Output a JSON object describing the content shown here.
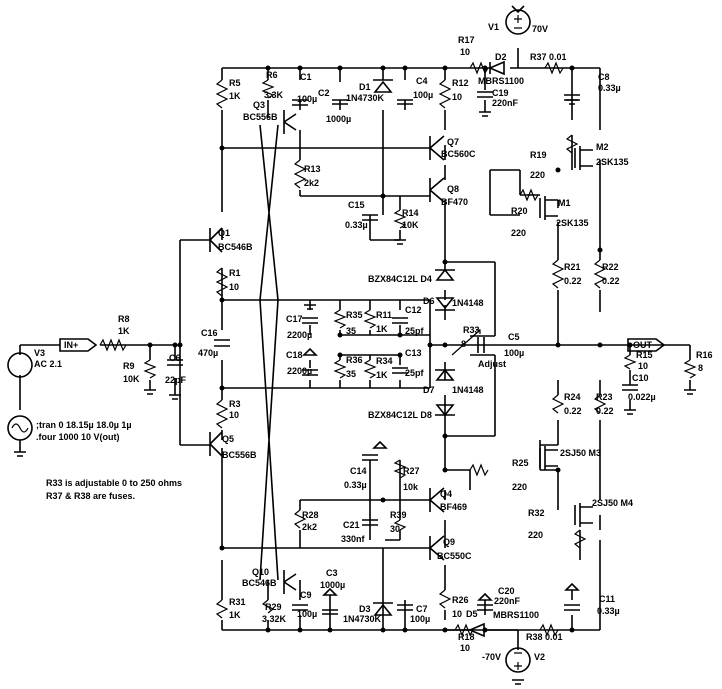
{
  "labels": [
    {
      "id": "v1_name",
      "text": "V1"
    },
    {
      "id": "v1_val",
      "text": "70V"
    },
    {
      "id": "v2_name",
      "text": "V2"
    },
    {
      "id": "v2_val",
      "text": "-70V"
    },
    {
      "id": "v3_name",
      "text": "V3"
    },
    {
      "id": "v3_val",
      "text": "AC 2.1"
    },
    {
      "id": "tran",
      "text": ";tran 0 18.15µ 18.0µ 1µ"
    },
    {
      "id": "four",
      "text": ".four 1000 10 V(out)"
    },
    {
      "id": "r17",
      "text": "R17"
    },
    {
      "id": "r17v",
      "text": "10"
    },
    {
      "id": "d2",
      "text": "D2"
    },
    {
      "id": "d2v",
      "text": "MBRS1100"
    },
    {
      "id": "r37",
      "text": "R37 0.01"
    },
    {
      "id": "c19",
      "text": "C19"
    },
    {
      "id": "c19v",
      "text": "220nF"
    },
    {
      "id": "c8",
      "text": "C8"
    },
    {
      "id": "c8v",
      "text": "0.33µ"
    },
    {
      "id": "r5",
      "text": "R5"
    },
    {
      "id": "r5v",
      "text": "1K"
    },
    {
      "id": "r6",
      "text": "R6"
    },
    {
      "id": "r6v",
      "text": "3.3K"
    },
    {
      "id": "c1",
      "text": "C1"
    },
    {
      "id": "c1v",
      "text": "100µ"
    },
    {
      "id": "c2",
      "text": "C2"
    },
    {
      "id": "c2v",
      "text": "1000µ"
    },
    {
      "id": "d1",
      "text": "D1"
    },
    {
      "id": "d1v",
      "text": "1N4730K"
    },
    {
      "id": "c4",
      "text": "C4"
    },
    {
      "id": "c4v",
      "text": "100µ"
    },
    {
      "id": "r12",
      "text": "R12"
    },
    {
      "id": "r12v",
      "text": "10"
    },
    {
      "id": "q3",
      "text": "Q3"
    },
    {
      "id": "q3v",
      "text": "BC556B"
    },
    {
      "id": "q7",
      "text": "Q7"
    },
    {
      "id": "q7v",
      "text": "BC560C"
    },
    {
      "id": "m2",
      "text": "M2"
    },
    {
      "id": "m2v",
      "text": "2SK135"
    },
    {
      "id": "r19",
      "text": "R19"
    },
    {
      "id": "r19v",
      "text": "220"
    },
    {
      "id": "r13",
      "text": "R13"
    },
    {
      "id": "r13v",
      "text": "2k2"
    },
    {
      "id": "q8",
      "text": "Q8"
    },
    {
      "id": "q8v",
      "text": "BF470"
    },
    {
      "id": "m1",
      "text": "M1"
    },
    {
      "id": "m1v",
      "text": "2SK135"
    },
    {
      "id": "r20",
      "text": "R20"
    },
    {
      "id": "r20v",
      "text": "220"
    },
    {
      "id": "c15",
      "text": "C15"
    },
    {
      "id": "c15v",
      "text": "0.33µ"
    },
    {
      "id": "r14",
      "text": "R14"
    },
    {
      "id": "r14v",
      "text": "10K"
    },
    {
      "id": "q1",
      "text": "Q1"
    },
    {
      "id": "q1v",
      "text": "BC546B"
    },
    {
      "id": "d4",
      "text": "BZX84C12L D4"
    },
    {
      "id": "r21",
      "text": "R21"
    },
    {
      "id": "r21v",
      "text": "0.22"
    },
    {
      "id": "r22",
      "text": "R22"
    },
    {
      "id": "r22v",
      "text": "0.22"
    },
    {
      "id": "r1",
      "text": "R1"
    },
    {
      "id": "r1v",
      "text": "10"
    },
    {
      "id": "d6",
      "text": "D6"
    },
    {
      "id": "d6v",
      "text": "1N4148"
    },
    {
      "id": "c17",
      "text": "C17"
    },
    {
      "id": "c17v",
      "text": "2200µ"
    },
    {
      "id": "r35",
      "text": "R35"
    },
    {
      "id": "r35v",
      "text": "35"
    },
    {
      "id": "r11",
      "text": "R11"
    },
    {
      "id": "r11v",
      "text": "1K"
    },
    {
      "id": "c12",
      "text": "C12"
    },
    {
      "id": "c12v",
      "text": "25pf"
    },
    {
      "id": "r33",
      "text": "R33"
    },
    {
      "id": "r33v",
      "text": "8"
    },
    {
      "id": "adj",
      "text": "Adjust"
    },
    {
      "id": "c5",
      "text": "C5"
    },
    {
      "id": "c5v",
      "text": "100µ"
    },
    {
      "id": "out",
      "text": "OUT"
    },
    {
      "id": "r15",
      "text": "R15"
    },
    {
      "id": "r15v",
      "text": "10"
    },
    {
      "id": "c10",
      "text": "C10"
    },
    {
      "id": "c10v",
      "text": "0.022µ"
    },
    {
      "id": "r16",
      "text": "R16"
    },
    {
      "id": "r16v",
      "text": "8"
    },
    {
      "id": "in",
      "text": "IN+"
    },
    {
      "id": "r8",
      "text": "R8"
    },
    {
      "id": "r8v",
      "text": "1K"
    },
    {
      "id": "r9",
      "text": "R9"
    },
    {
      "id": "r9v",
      "text": "10K"
    },
    {
      "id": "c6",
      "text": "C6"
    },
    {
      "id": "c6v",
      "text": "22pF"
    },
    {
      "id": "c16",
      "text": "C16"
    },
    {
      "id": "c16v",
      "text": "470µ"
    },
    {
      "id": "c18",
      "text": "C18"
    },
    {
      "id": "c18v",
      "text": "2200µ"
    },
    {
      "id": "r36",
      "text": "R36"
    },
    {
      "id": "r36v",
      "text": "35"
    },
    {
      "id": "r34",
      "text": "R34"
    },
    {
      "id": "r34v",
      "text": "1K"
    },
    {
      "id": "c13",
      "text": "C13"
    },
    {
      "id": "c13v",
      "text": "25pf"
    },
    {
      "id": "d7",
      "text": "D7"
    },
    {
      "id": "d7v",
      "text": "1N4148"
    },
    {
      "id": "d8",
      "text": "BZX84C12L D8"
    },
    {
      "id": "r3",
      "text": "R3"
    },
    {
      "id": "r3v",
      "text": "10"
    },
    {
      "id": "r24",
      "text": "R24"
    },
    {
      "id": "r24v",
      "text": "0.22"
    },
    {
      "id": "r23",
      "text": "R23"
    },
    {
      "id": "r23v",
      "text": "0.22"
    },
    {
      "id": "q5",
      "text": "Q5"
    },
    {
      "id": "q5v",
      "text": "BC556B"
    },
    {
      "id": "m3",
      "text": "2SJ50 M3"
    },
    {
      "id": "r25",
      "text": "R25"
    },
    {
      "id": "r25v",
      "text": "220"
    },
    {
      "id": "c14",
      "text": "C14"
    },
    {
      "id": "c14v",
      "text": "0.33µ"
    },
    {
      "id": "r27",
      "text": "R27"
    },
    {
      "id": "r27v",
      "text": "10k"
    },
    {
      "id": "q4",
      "text": "Q4"
    },
    {
      "id": "q4v",
      "text": "BF469"
    },
    {
      "id": "m4",
      "text": "2SJ50 M4"
    },
    {
      "id": "r32",
      "text": "R32"
    },
    {
      "id": "r32v",
      "text": "220"
    },
    {
      "id": "r28",
      "text": "R28"
    },
    {
      "id": "r28v",
      "text": "2k2"
    },
    {
      "id": "c21",
      "text": "C21"
    },
    {
      "id": "c21v",
      "text": "330nf"
    },
    {
      "id": "r39",
      "text": "R39"
    },
    {
      "id": "r39v",
      "text": "30"
    },
    {
      "id": "q9",
      "text": "Q9"
    },
    {
      "id": "q9v",
      "text": "BC550C"
    },
    {
      "id": "q10",
      "text": "Q10"
    },
    {
      "id": "q10v",
      "text": "BC546B"
    },
    {
      "id": "c3",
      "text": "C3"
    },
    {
      "id": "c3v",
      "text": "1000µ"
    },
    {
      "id": "r29",
      "text": "R29"
    },
    {
      "id": "r29v",
      "text": "3.32K"
    },
    {
      "id": "c9",
      "text": "C9"
    },
    {
      "id": "c9v",
      "text": "100µ"
    },
    {
      "id": "d3",
      "text": "D3"
    },
    {
      "id": "d3v",
      "text": "1N4730K"
    },
    {
      "id": "c7",
      "text": "C7"
    },
    {
      "id": "c7v",
      "text": "100µ"
    },
    {
      "id": "r26",
      "text": "R26"
    },
    {
      "id": "r26v",
      "text": "10"
    },
    {
      "id": "c20",
      "text": "C20"
    },
    {
      "id": "c20v",
      "text": "220nF"
    },
    {
      "id": "d5",
      "text": "D5"
    },
    {
      "id": "d5v",
      "text": "MBRS1100"
    },
    {
      "id": "r38",
      "text": "R38 0.01"
    },
    {
      "id": "c11",
      "text": "C11"
    },
    {
      "id": "c11v",
      "text": "0.33µ"
    },
    {
      "id": "r31",
      "text": "R31"
    },
    {
      "id": "r31v",
      "text": "1K"
    },
    {
      "id": "r18",
      "text": "R18"
    },
    {
      "id": "r18v",
      "text": "10"
    }
  ],
  "notes": {
    "line1": "R33 is adjustable 0 to 250 ohms",
    "line2": "R37 & R38 are fuses."
  }
}
